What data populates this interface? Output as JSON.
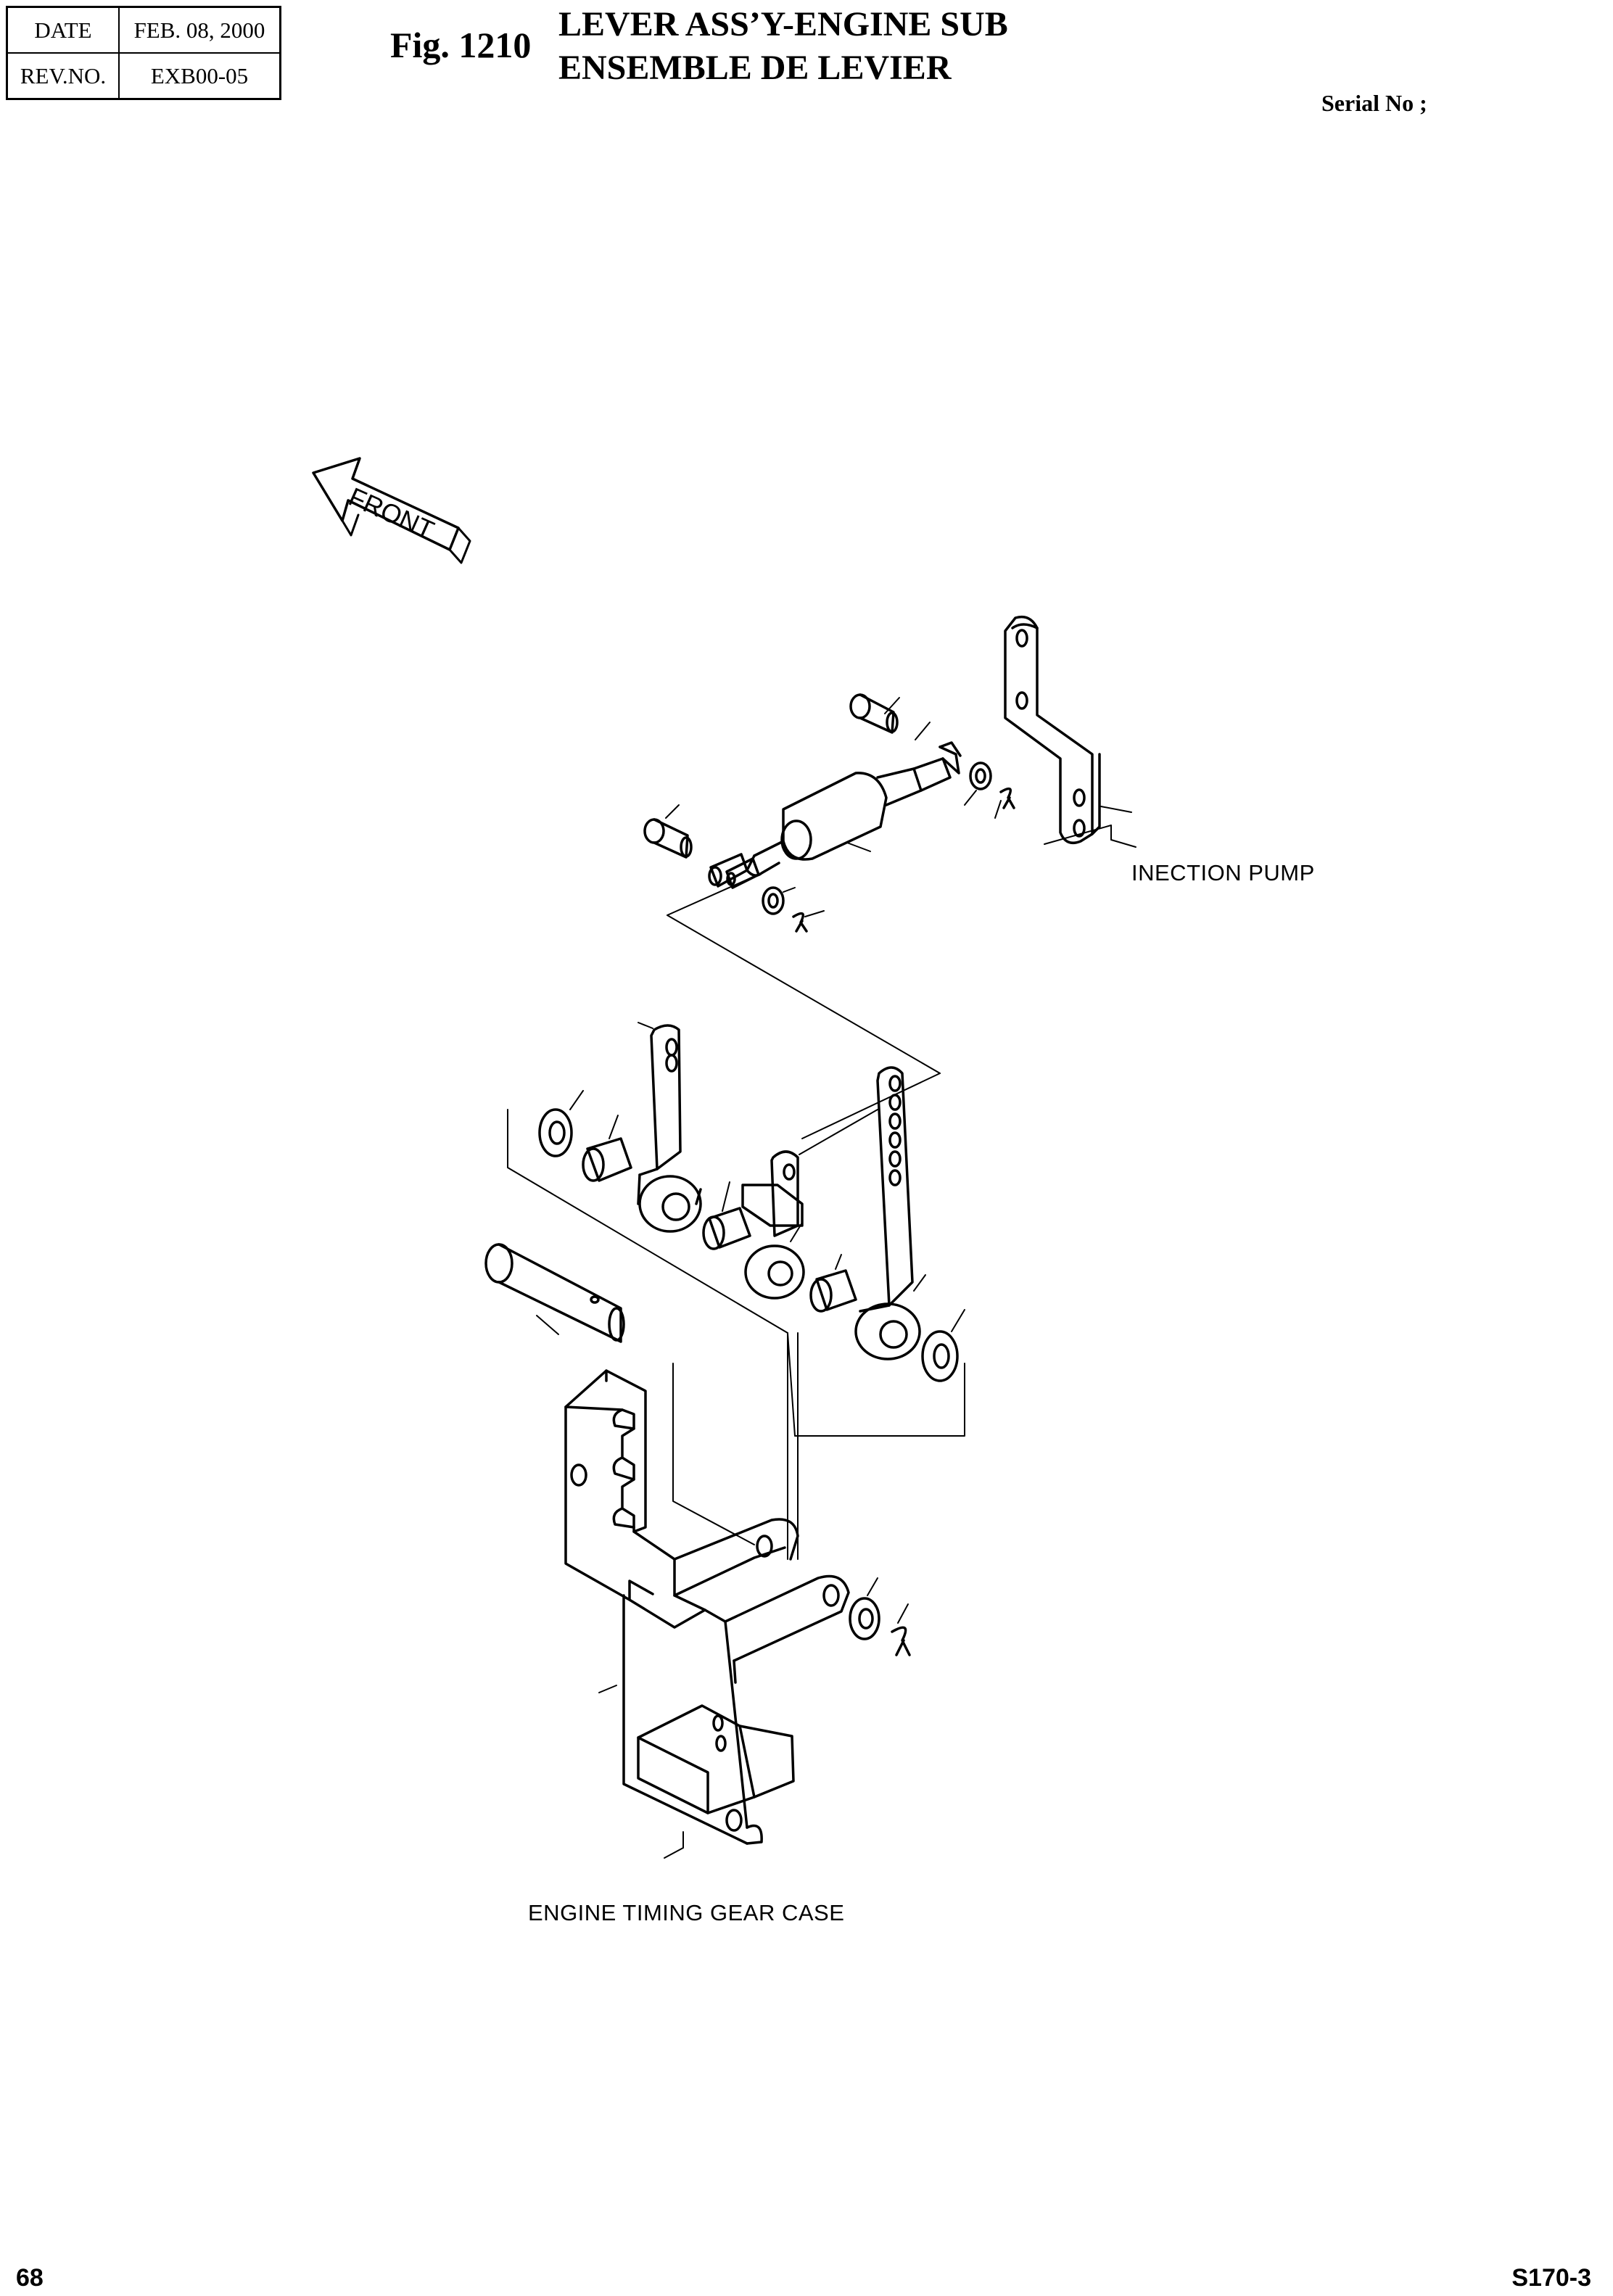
{
  "header": {
    "date_label": "DATE",
    "date_value": "FEB. 08, 2000",
    "rev_label": "REV.NO.",
    "rev_value": "EXB00-05",
    "figure_number": "Fig. 1210",
    "title_en": "LEVER ASS’Y-ENGINE SUB",
    "title_fr": "ENSEMBLE DE LEVIER",
    "serial_label": "Serial No ;"
  },
  "diagram": {
    "front_arrow_label": "FRONT",
    "labels": {
      "injection_pump": "INECTION PUMP",
      "engine_timing_gear_case": "ENGINE TIMING GEAR CASE"
    }
  },
  "footer": {
    "page_number": "68",
    "model": "S170-3"
  }
}
